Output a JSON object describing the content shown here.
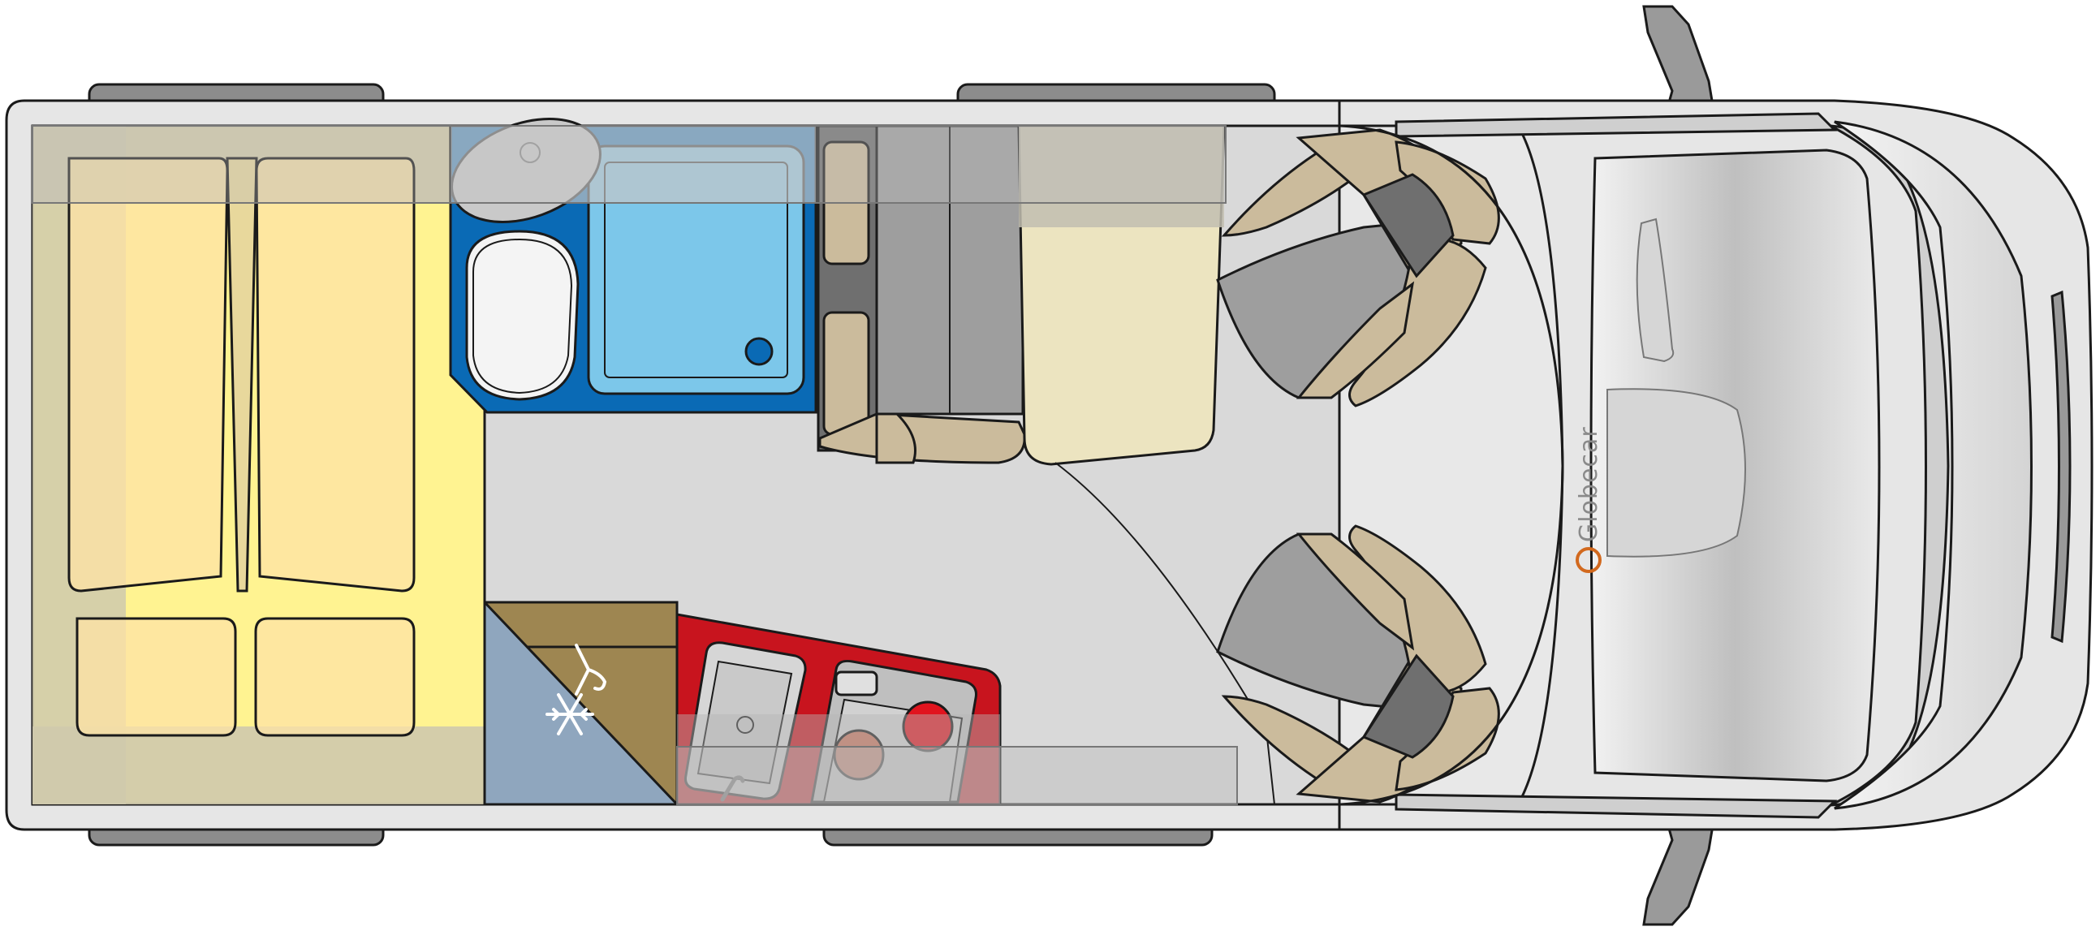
{
  "brand": {
    "name": "Globecar",
    "logo_color": "#d2691e"
  },
  "zones": [
    {
      "name": "rear-bed",
      "color": "#fff391"
    },
    {
      "name": "bathroom",
      "color": "#0a6ab5"
    },
    {
      "name": "shower",
      "color": "#7cc7ea"
    },
    {
      "name": "kitchen",
      "color": "#c8141e"
    },
    {
      "name": "wardrobe",
      "color": "#9e8651"
    },
    {
      "name": "fridge",
      "color": "#8fa6be"
    },
    {
      "name": "dinette-bench",
      "color": "#cbbb9c"
    },
    {
      "name": "table",
      "color": "#ece4c0"
    },
    {
      "name": "floor",
      "color": "#d9d9d9"
    },
    {
      "name": "cab",
      "color": "#e6e6e6"
    }
  ],
  "icons": {
    "fridge": "snowflake-icon",
    "wardrobe": "hanger-icon"
  }
}
